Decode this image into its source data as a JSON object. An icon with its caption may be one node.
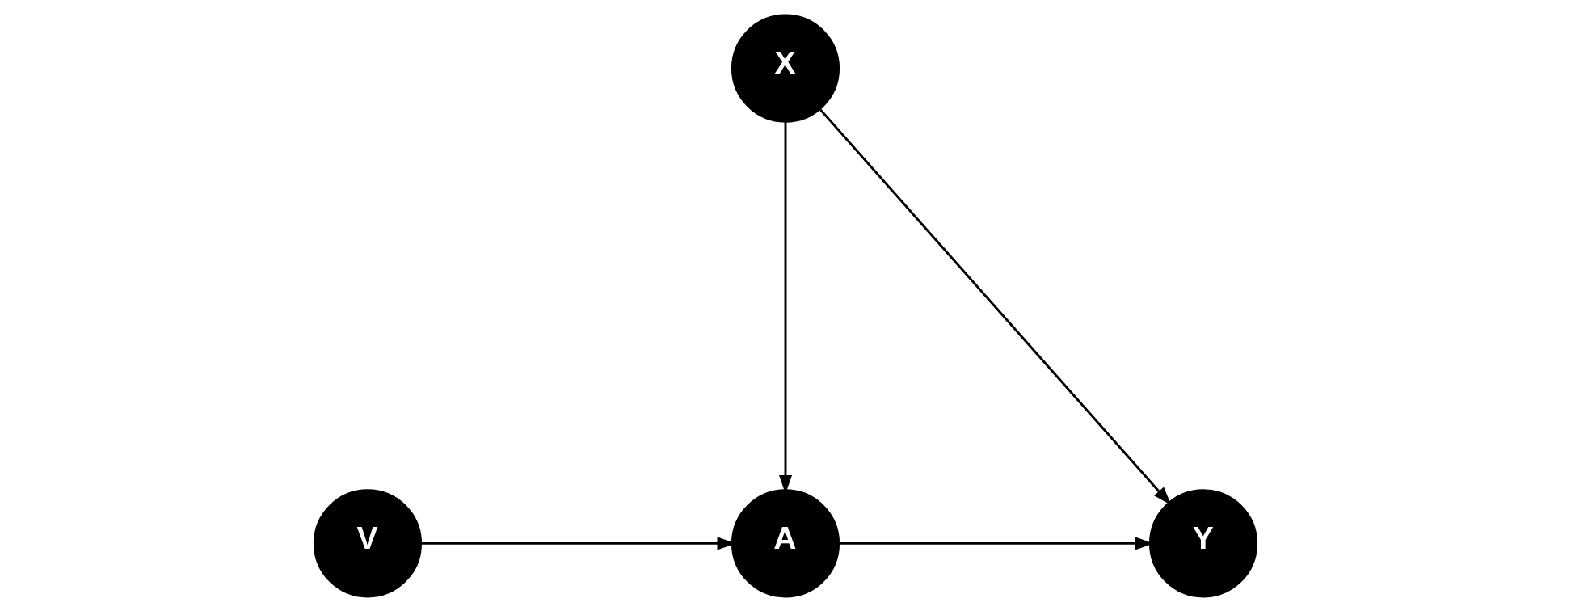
{
  "diagram": {
    "nodes": [
      {
        "text": [
          "X"
        ]
      },
      {
        "text": [
          "V"
        ]
      },
      {
        "text": [
          "A"
        ]
      },
      {
        "text": [
          "Y"
        ]
      }
    ],
    "edges": [
      {
        "from": 0,
        "to": 2,
        "arrow": "to"
      },
      {
        "from": 0,
        "to": 3,
        "arrow": "to"
      },
      {
        "from": 1,
        "to": 2,
        "arrow": "to"
      },
      {
        "from": 2,
        "to": 3,
        "arrow": "to"
      }
    ]
  }
}
